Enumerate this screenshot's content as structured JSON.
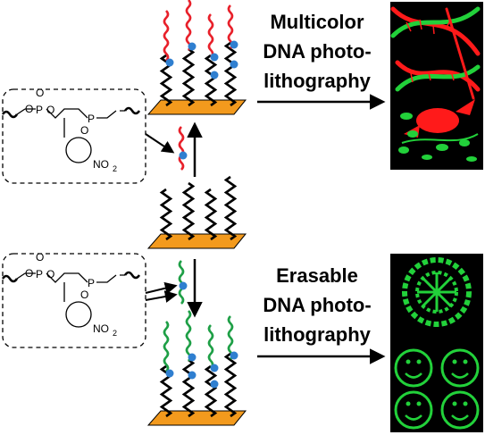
{
  "top_label": {
    "line1": "Multicolor",
    "line2": "DNA photo-",
    "line3": "lithography"
  },
  "bottom_label": {
    "line1": "Erasable",
    "line2": "DNA photo-",
    "line3": "lithography"
  },
  "chem": {
    "nitro": "NO",
    "sub2": "2",
    "phos": "P",
    "oxy": "O",
    "minus": "−"
  },
  "colors": {
    "red_strand": "#e8202a",
    "green_strand": "#1e9f46",
    "black_strand": "#000000",
    "dot": "#2f7fd0",
    "substrate": "#f39a1d",
    "micro_bg": "#000000",
    "micro_red": "#ff1a1a",
    "micro_green": "#22d13a"
  }
}
